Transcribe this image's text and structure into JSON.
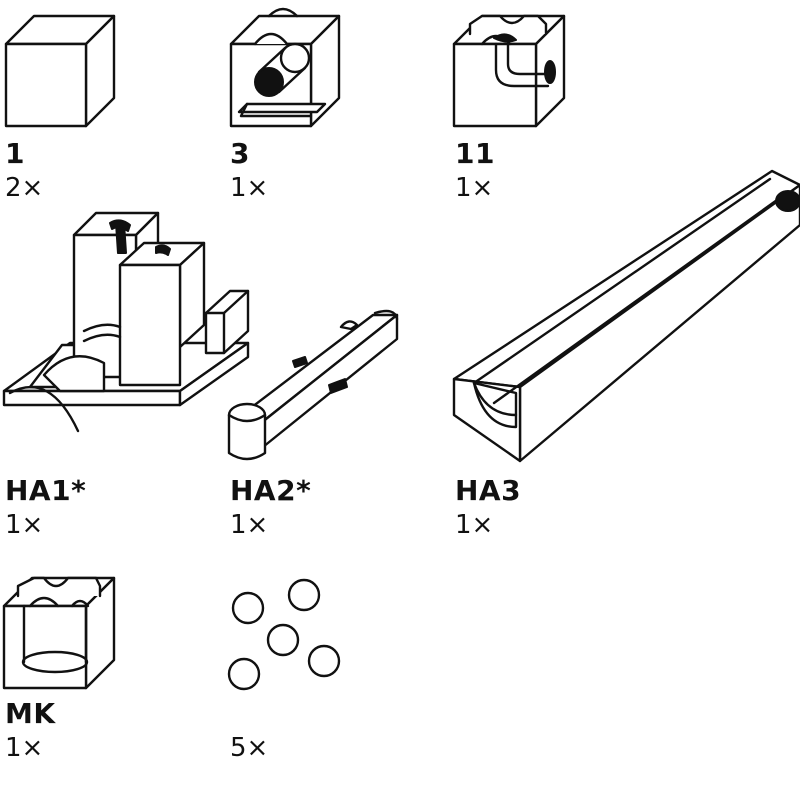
{
  "parts": [
    {
      "code": "1",
      "qty": "2×",
      "icon": "plain-cube-icon"
    },
    {
      "code": "3",
      "qty": "1×",
      "icon": "ramp-cube-icon"
    },
    {
      "code": "11",
      "qty": "1×",
      "icon": "curve-tunnel-cube-icon"
    },
    {
      "code": "HA1*",
      "qty": "1×",
      "icon": "track-holder-icon"
    },
    {
      "code": "HA2*",
      "qty": "1×",
      "icon": "rail-bar-icon"
    },
    {
      "code": "HA3",
      "qty": "1×",
      "icon": "long-rail-icon"
    },
    {
      "code": "MK",
      "qty": "1×",
      "icon": "marble-funnel-cube-icon"
    },
    {
      "code": "",
      "qty": "5×",
      "icon": "marbles-icon"
    }
  ],
  "colors": {
    "ink": "#111111",
    "paper": "#ffffff"
  }
}
